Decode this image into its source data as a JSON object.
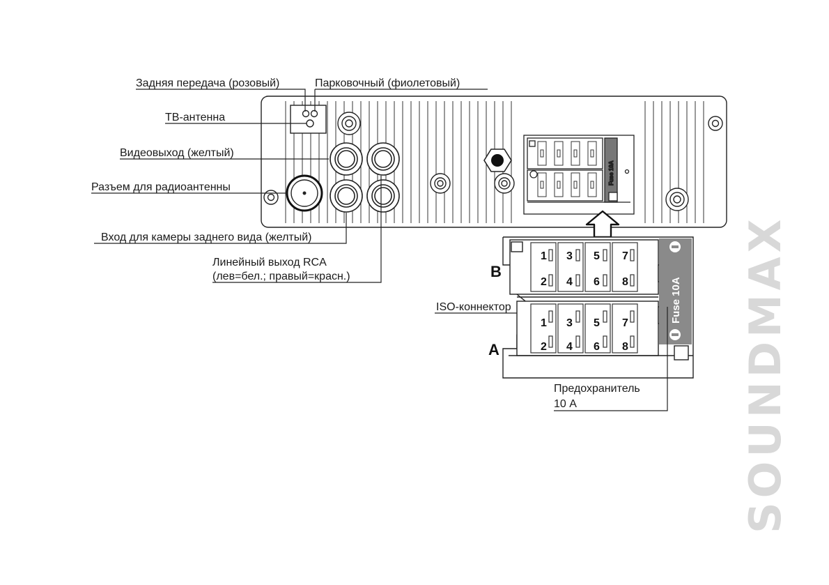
{
  "brand": "SOUNDMAX",
  "labels": {
    "reverse": "Задняя передача (розовый)",
    "parking": "Парковочный (фиолетовый)",
    "tv_antenna": "ТВ-антенна",
    "video_out": "Видеовыход (желтый)",
    "radio_antenna": "Разъем для радиоантенны",
    "camera_in": "Вход для камеры заднего вида (желтый)",
    "line_out_1": "Линейный выход RCA",
    "line_out_2": "(лев=бел.; правый=красн.)",
    "iso": "ISO-коннектор",
    "fuse_1": "Предохранитель",
    "fuse_2": "10 А"
  },
  "connector": {
    "row_b": "B",
    "row_a": "A",
    "top_pins": [
      "1",
      "3",
      "5",
      "7"
    ],
    "bottom_pins": [
      "2",
      "4",
      "6",
      "8"
    ],
    "fuse_label": "Fuse 10A"
  }
}
